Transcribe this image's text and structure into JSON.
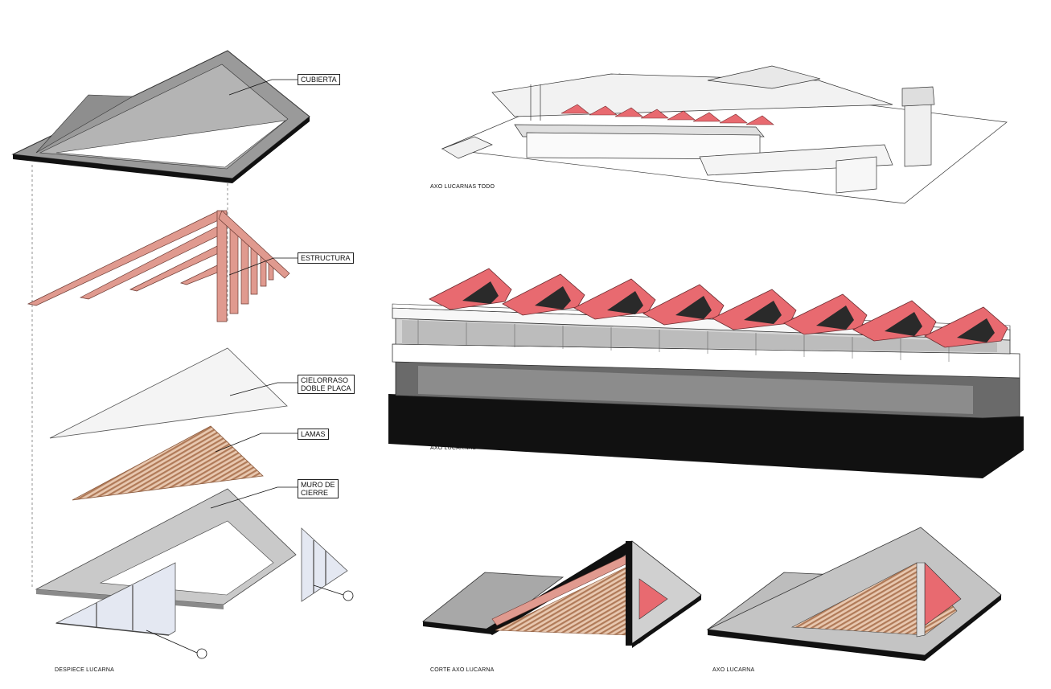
{
  "labels": {
    "cubierta": "CUBIERTA",
    "estructura": "ESTRUCTURA",
    "cielorraso": "CIELORRASO\nDOBLE PLACA",
    "lamas": "LAMAS",
    "muro": "MURO DE\nCIERRE"
  },
  "captions": {
    "despiece": "DESPIECE LUCARNA",
    "axo_todo": "AXO LUCARNAS TODO",
    "axo_lucarnas": "AXO LUCARNAS",
    "corte": "CORTE AXO LUCARNA",
    "axo_lucarna": "AXO LUCARNA"
  },
  "colors": {
    "roof_gray": "#a8a8a8",
    "wall_gray": "#c9c9c9",
    "structure_salmon": "#e09a8f",
    "lucarna_red": "#e86a70",
    "slats_brown": "#c89a7a",
    "glass": "#dfe4f0",
    "line": "#222222"
  }
}
